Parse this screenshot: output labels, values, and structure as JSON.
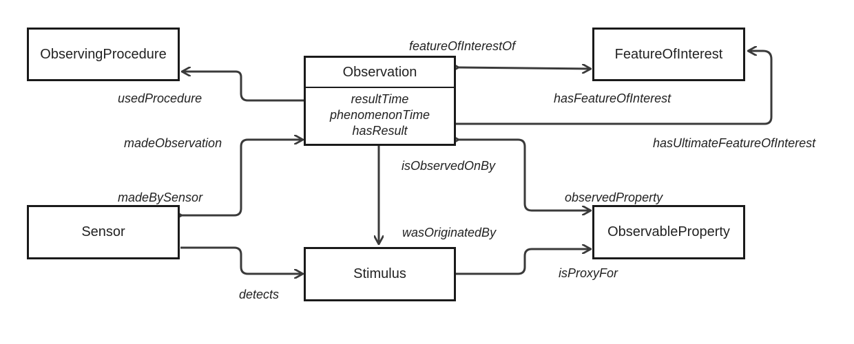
{
  "nodes": {
    "observing_procedure": "ObservingProcedure",
    "observation": {
      "title": "Observation",
      "attributes": [
        "resultTime",
        "phenomenonTime",
        "hasResult"
      ]
    },
    "feature_of_interest": "FeatureOfInterest",
    "sensor": "Sensor",
    "stimulus": "Stimulus",
    "observable_property": "ObservableProperty"
  },
  "edges": {
    "feature_of_interest_of": "featureOfInterestOf",
    "has_feature_of_interest": "hasFeatureOfInterest",
    "used_procedure": "usedProcedure",
    "has_ultimate_feature_of_interest": "hasUltimateFeatureOfInterest",
    "made_observation": "madeObservation",
    "is_observed_on_by": "isObservedOnBy",
    "made_by_sensor": "madeBySensor",
    "observed_property": "observedProperty",
    "was_originated_by": "wasOriginatedBy",
    "detects": "detects",
    "is_proxy_for": "isProxyFor"
  },
  "colors": {
    "line": "#3a3a3a",
    "border": "#1a1a1a",
    "text": "#222222"
  }
}
